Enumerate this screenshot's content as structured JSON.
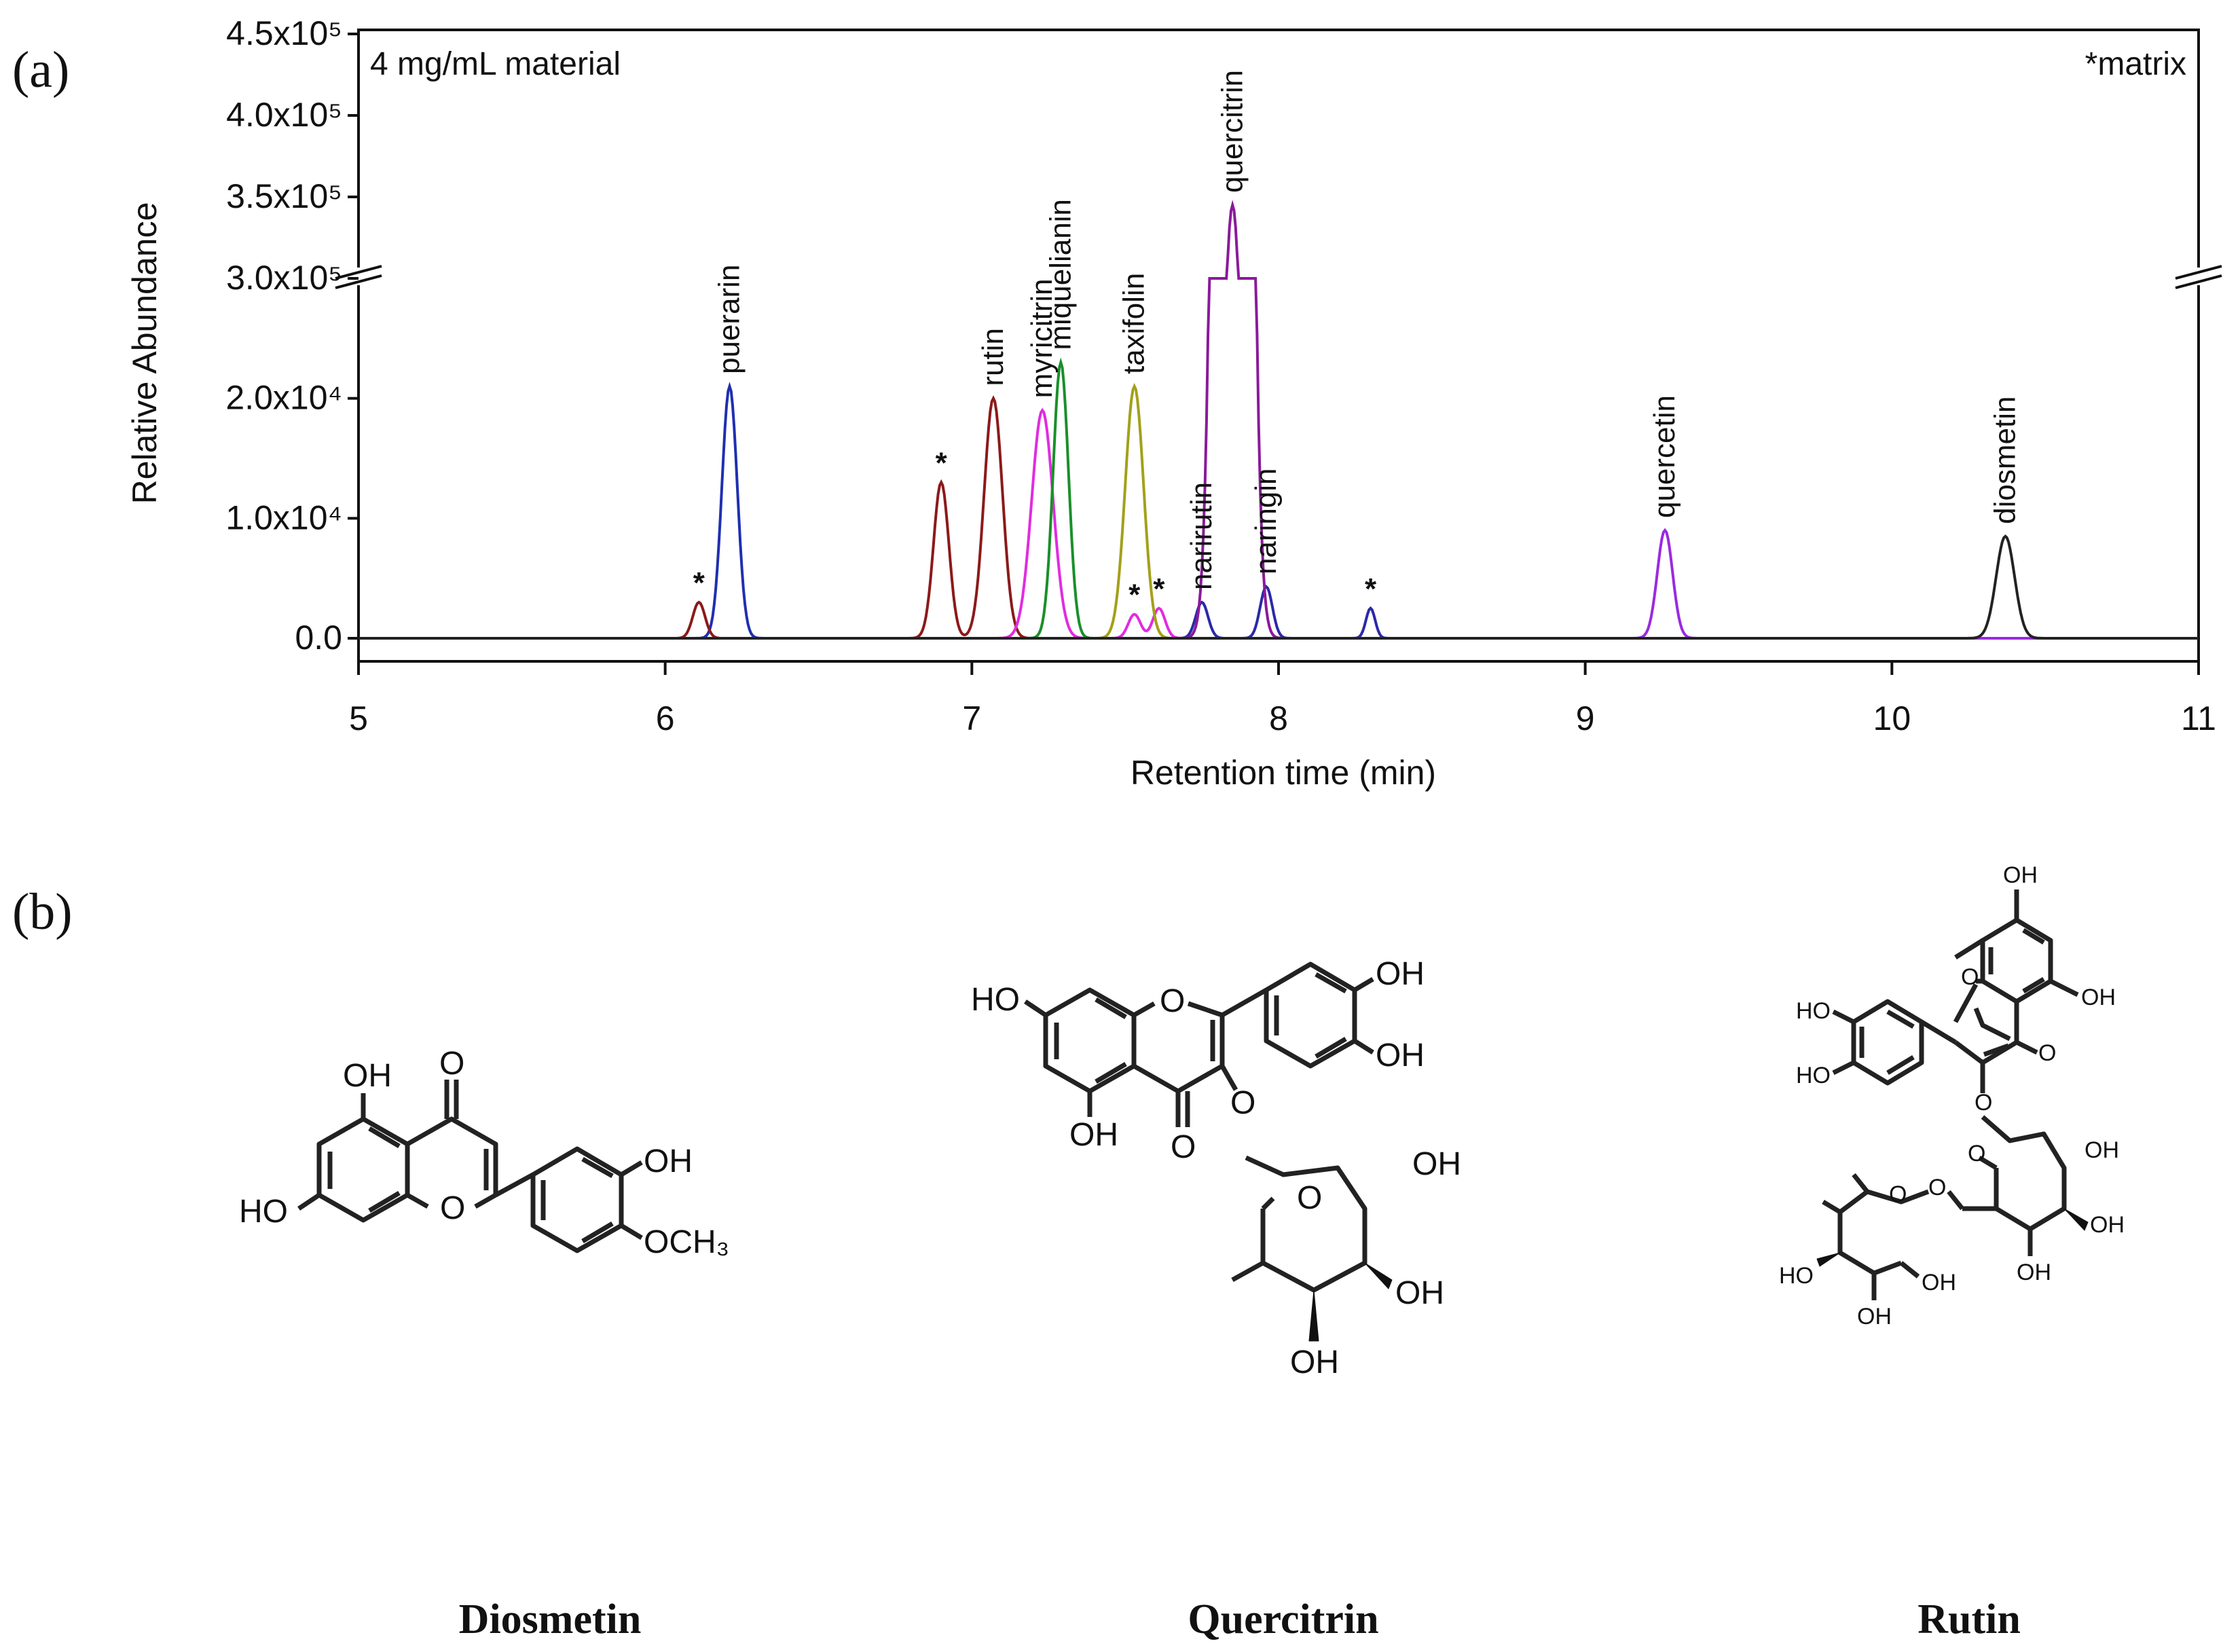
{
  "panels": {
    "a": "(a)",
    "b": "(b)"
  },
  "chart_data": {
    "type": "line",
    "title": "",
    "annotation_left": "4 mg/mL material",
    "annotation_right": "*matrix",
    "xlabel": "Retention time (min)",
    "ylabel": "Relative Abundance",
    "xlim": [
      5,
      11
    ],
    "x_ticks": [
      "5",
      "6",
      "7",
      "8",
      "9",
      "10",
      "11"
    ],
    "y_ticks_lower": [
      "0.0",
      "1.0x10⁴",
      "2.0x10⁴"
    ],
    "y_ticks_upper": [
      "3.0x10⁵",
      "3.5x10⁵",
      "4.0x10⁵",
      "4.5x10⁵"
    ],
    "axis_break": {
      "lower_max": 30000,
      "upper_min": 300000,
      "upper_max": 450000
    },
    "series": [
      {
        "color": "#1f2fb0",
        "peaks": [
          {
            "x": 6.21,
            "y": 21000,
            "w": 0.025,
            "label": "puerarin"
          }
        ]
      },
      {
        "color": "#8b1a1a",
        "peaks": [
          {
            "x": 6.11,
            "y": 3000,
            "w": 0.02,
            "label": "*"
          },
          {
            "x": 6.9,
            "y": 13000,
            "w": 0.025,
            "label": "*"
          },
          {
            "x": 7.07,
            "y": 20000,
            "w": 0.03,
            "label": "rutin"
          }
        ]
      },
      {
        "color": "#e02ce0",
        "peaks": [
          {
            "x": 7.23,
            "y": 19000,
            "w": 0.035,
            "label": "myricitrin"
          },
          {
            "x": 7.53,
            "y": 2000,
            "w": 0.02,
            "label": "*"
          },
          {
            "x": 7.61,
            "y": 2500,
            "w": 0.02,
            "label": "*"
          }
        ]
      },
      {
        "color": "#1a8f2a",
        "peaks": [
          {
            "x": 7.29,
            "y": 23000,
            "w": 0.025,
            "label": "miquelianin"
          }
        ]
      },
      {
        "color": "#a3a01a",
        "peaks": [
          {
            "x": 7.53,
            "y": 21000,
            "w": 0.03,
            "label": "taxifolin"
          }
        ]
      },
      {
        "color": "#2a2aa8",
        "peaks": [
          {
            "x": 7.75,
            "y": 3000,
            "w": 0.02,
            "label": "narirutin"
          },
          {
            "x": 7.96,
            "y": 4300,
            "w": 0.02,
            "label": "naringin"
          },
          {
            "x": 8.3,
            "y": 2500,
            "w": 0.015,
            "label": "*"
          }
        ]
      },
      {
        "color": "#8a1a9a",
        "peaks": [
          {
            "x": 7.85,
            "y": 345000,
            "w": 0.035,
            "label": "quercitrin"
          }
        ]
      },
      {
        "color": "#9a2ae0",
        "peaks": [
          {
            "x": 9.26,
            "y": 9000,
            "w": 0.025,
            "label": "quercetin"
          }
        ]
      },
      {
        "color": "#222222",
        "peaks": [
          {
            "x": 10.37,
            "y": 8500,
            "w": 0.03,
            "label": "diosmetin"
          }
        ]
      }
    ]
  },
  "structures": {
    "diosmetin": {
      "name": "Diosmetin",
      "atoms": {
        "oh5": "OH",
        "o4": "O",
        "ho7": "HO",
        "o1": "O",
        "oh3p": "OH",
        "och3": "OCH₃"
      }
    },
    "quercitrin": {
      "name": "Quercitrin",
      "atoms": {
        "ho7": "HO",
        "o1": "O",
        "oh3p": "OH",
        "oh4p": "OH",
        "oh5": "OH",
        "o4": "O",
        "o3": "O",
        "ring_o": "O",
        "oh2s": "OH",
        "oh3s": "OH",
        "oh4s": "OH"
      }
    },
    "rutin": {
      "name": "Rutin",
      "atoms": {
        "oh7": "OH",
        "oh5": "OH",
        "o1": "O",
        "o4": "O",
        "ho3p": "HO",
        "ho4p": "HO",
        "o3": "O",
        "glc_o": "O",
        "glc_oh2": "OH",
        "glc_oh3": "OH",
        "glc_oh4": "OH",
        "link_o": "O",
        "rha_o": "O",
        "rha_ho": "HO",
        "rha_oh3": "OH",
        "rha_oh2": "OH"
      }
    }
  }
}
